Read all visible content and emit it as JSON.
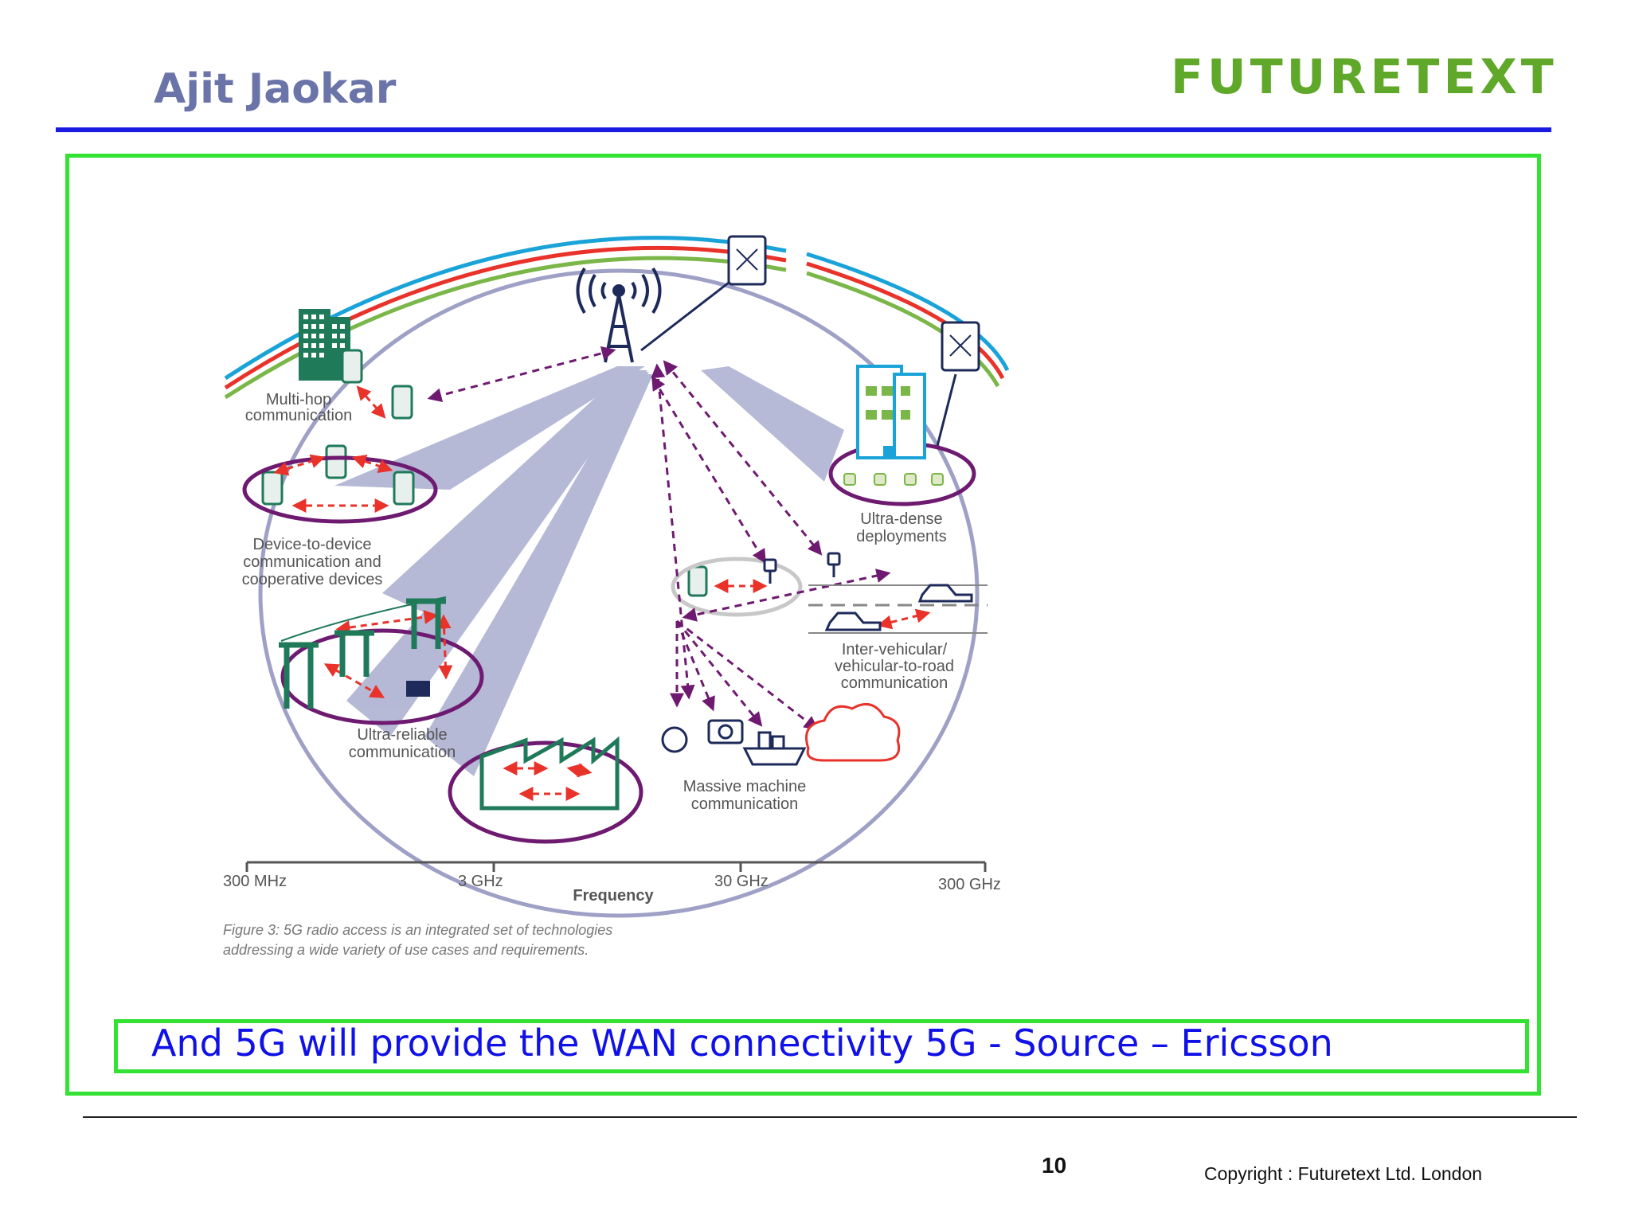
{
  "header": {
    "author": "Ajit Jaokar",
    "logo": "FUTURETEXT"
  },
  "diagram": {
    "labels": {
      "multi_hop_1": "Multi-hop",
      "multi_hop_2": "communication",
      "d2d_1": "Device-to-device",
      "d2d_2": "communication and",
      "d2d_3": "cooperative devices",
      "ultra_reliable_1": "Ultra-reliable",
      "ultra_reliable_2": "communication",
      "massive_1": "Massive machine",
      "massive_2": "communication",
      "ultra_dense_1": "Ultra-dense",
      "ultra_dense_2": "deployments",
      "vehicular_1": "Inter-vehicular/",
      "vehicular_2": "vehicular-to-road",
      "vehicular_3": "communication"
    },
    "frequency_axis": {
      "title": "Frequency",
      "ticks": [
        "300 MHz",
        "3 GHz",
        "30 GHz",
        "300 GHz"
      ]
    },
    "figure_caption_1": "Figure 3: 5G radio access is an integrated set of technologies",
    "figure_caption_2": "addressing a wide variety of use cases and requirements.",
    "colors": {
      "accent_purple": "#6e1a70",
      "arrow_red": "#e8322a",
      "beam": "#aeb2d2",
      "teal": "#1f7a5a"
    }
  },
  "caption": "And 5G will provide the WAN connectivity 5G - Source – Ericsson",
  "footer": {
    "page_number": "10",
    "copyright": "Copyright : Futuretext Ltd. London"
  }
}
